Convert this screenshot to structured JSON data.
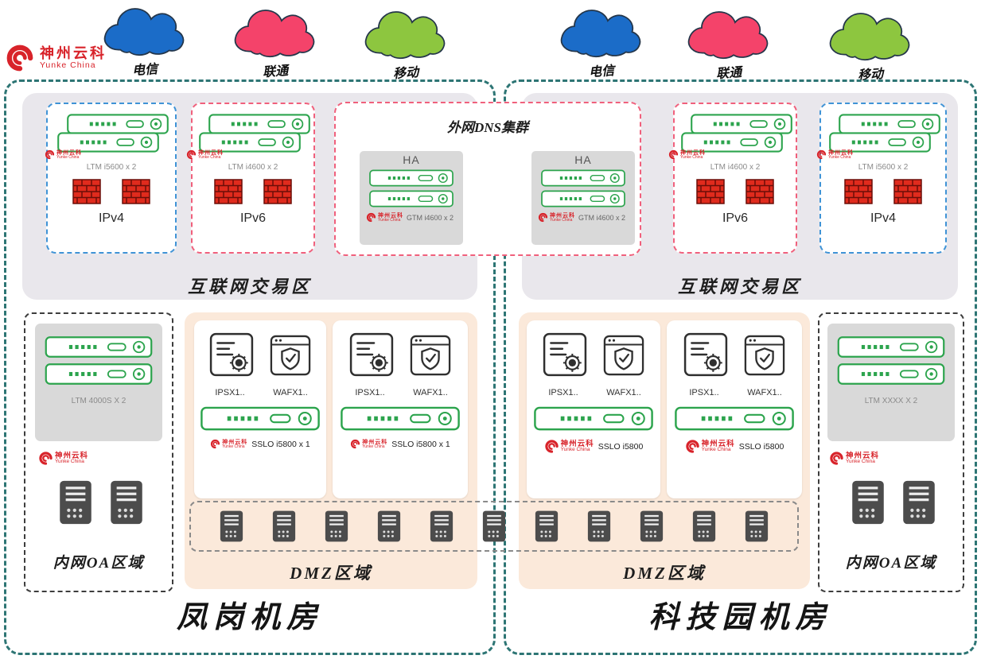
{
  "logo": {
    "name": "神州云科",
    "subtitle": "Yunke China"
  },
  "isps": {
    "labels": [
      "电信",
      "联通",
      "移动"
    ],
    "colors": [
      "#1b6cc8",
      "#f4436a",
      "#8dc63f"
    ]
  },
  "dns_cluster": {
    "title": "外网DNS集群",
    "ha": "HA",
    "device": "GTM i4600 x 2"
  },
  "left_dc": {
    "name": "凤岗机房",
    "internet_zone": "互联网交易区",
    "ipv4": {
      "label": "IPv4",
      "device": "LTM i5600 x 2"
    },
    "ipv6": {
      "label": "IPv6",
      "device": "LTM i4600 x 2"
    },
    "oa": {
      "label": "内网OA区域",
      "device": "LTM 4000S X 2"
    },
    "dmz": {
      "label": "DMZ区域",
      "group1": {
        "ips": "IPSX1..",
        "waf": "WAFX1..",
        "sslo": "SSLO i5800 x 1"
      },
      "group2": {
        "ips": "IPSX1..",
        "waf": "WAFX1..",
        "sslo": "SSLO i5800 x 1"
      }
    }
  },
  "right_dc": {
    "name": "科技园机房",
    "internet_zone": "互联网交易区",
    "ipv6": {
      "label": "IPv6",
      "device": "LTM i4600 x 2"
    },
    "ipv4": {
      "label": "IPv4",
      "device": "LTM i5600 x 2"
    },
    "oa": {
      "label": "内网OA区域",
      "device": "LTM XXXX X 2"
    },
    "dmz": {
      "label": "DMZ区域",
      "group1": {
        "ips": "IPSX1..",
        "waf": "WAFX1..",
        "sslo": "SSLO i5800"
      },
      "group2": {
        "ips": "IPSX1..",
        "waf": "WAFX1..",
        "sslo": "SSLO i5800"
      }
    }
  },
  "colors": {
    "dc_border": "#2d7574",
    "ipv4_border": "#3f93d6",
    "ipv6_border": "#f0607c",
    "zone_bg": "#e9e7ec",
    "dmz_bg": "#fbe9da",
    "device_green": "#2ca44d",
    "firewall_red": "#e02b1d",
    "brand_red": "#d8232a"
  }
}
